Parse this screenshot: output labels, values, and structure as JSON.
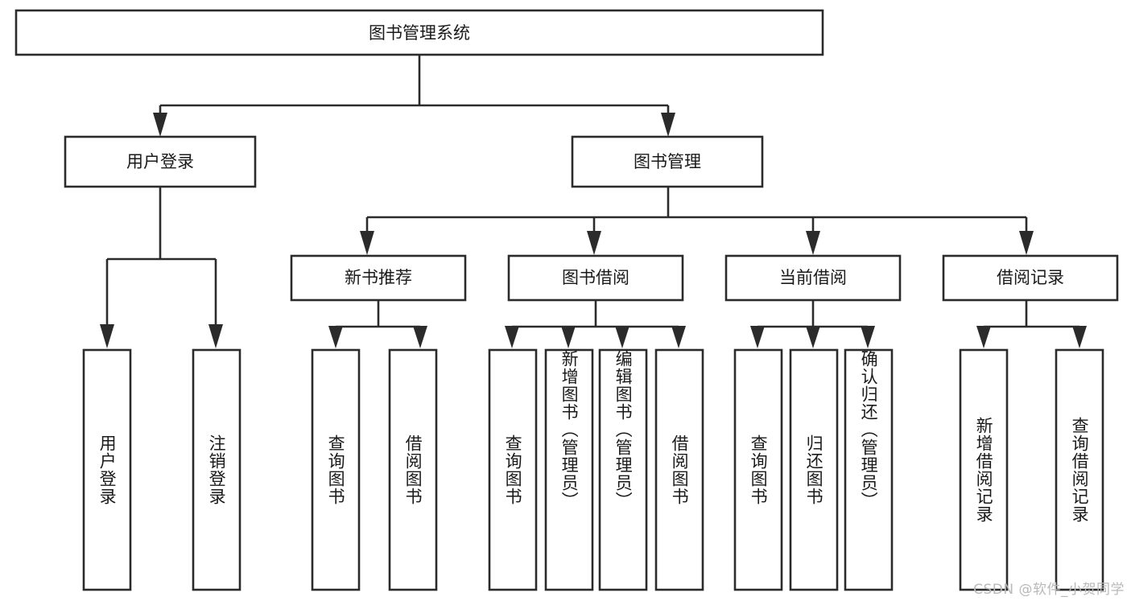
{
  "diagram": {
    "type": "tree-hierarchy",
    "title": "图书管理系统",
    "watermark": "CSDN @软件_小贺同学",
    "colors": {
      "stroke": "#2b2b2b",
      "fill": "#ffffff",
      "text": "#1a1a1a",
      "background": "#ffffff",
      "watermark": "#b9b9b9"
    },
    "levels": {
      "root": {
        "label": "图书管理系统"
      },
      "level2": [
        {
          "label": "用户登录"
        },
        {
          "label": "图书管理"
        }
      ],
      "level3": [
        {
          "label": "新书推荐"
        },
        {
          "label": "图书借阅"
        },
        {
          "label": "当前借阅"
        },
        {
          "label": "借阅记录"
        }
      ],
      "leaves": [
        {
          "label": "用户登录",
          "parent": "用户登录"
        },
        {
          "label": "注销登录",
          "parent": "用户登录"
        },
        {
          "label": "查询图书",
          "parent": "新书推荐"
        },
        {
          "label": "借阅图书",
          "parent": "新书推荐"
        },
        {
          "label": "查询图书",
          "parent": "图书借阅"
        },
        {
          "label": "新增图书（管理员）",
          "parent": "图书借阅"
        },
        {
          "label": "编辑图书（管理员）",
          "parent": "图书借阅"
        },
        {
          "label": "借阅图书",
          "parent": "图书借阅"
        },
        {
          "label": "查询图书",
          "parent": "当前借阅"
        },
        {
          "label": "归还图书",
          "parent": "当前借阅"
        },
        {
          "label": "确认归还（管理员）",
          "parent": "当前借阅"
        },
        {
          "label": "新增借阅记录",
          "parent": "借阅记录"
        },
        {
          "label": "查询借阅记录",
          "parent": "借阅记录"
        }
      ]
    }
  }
}
